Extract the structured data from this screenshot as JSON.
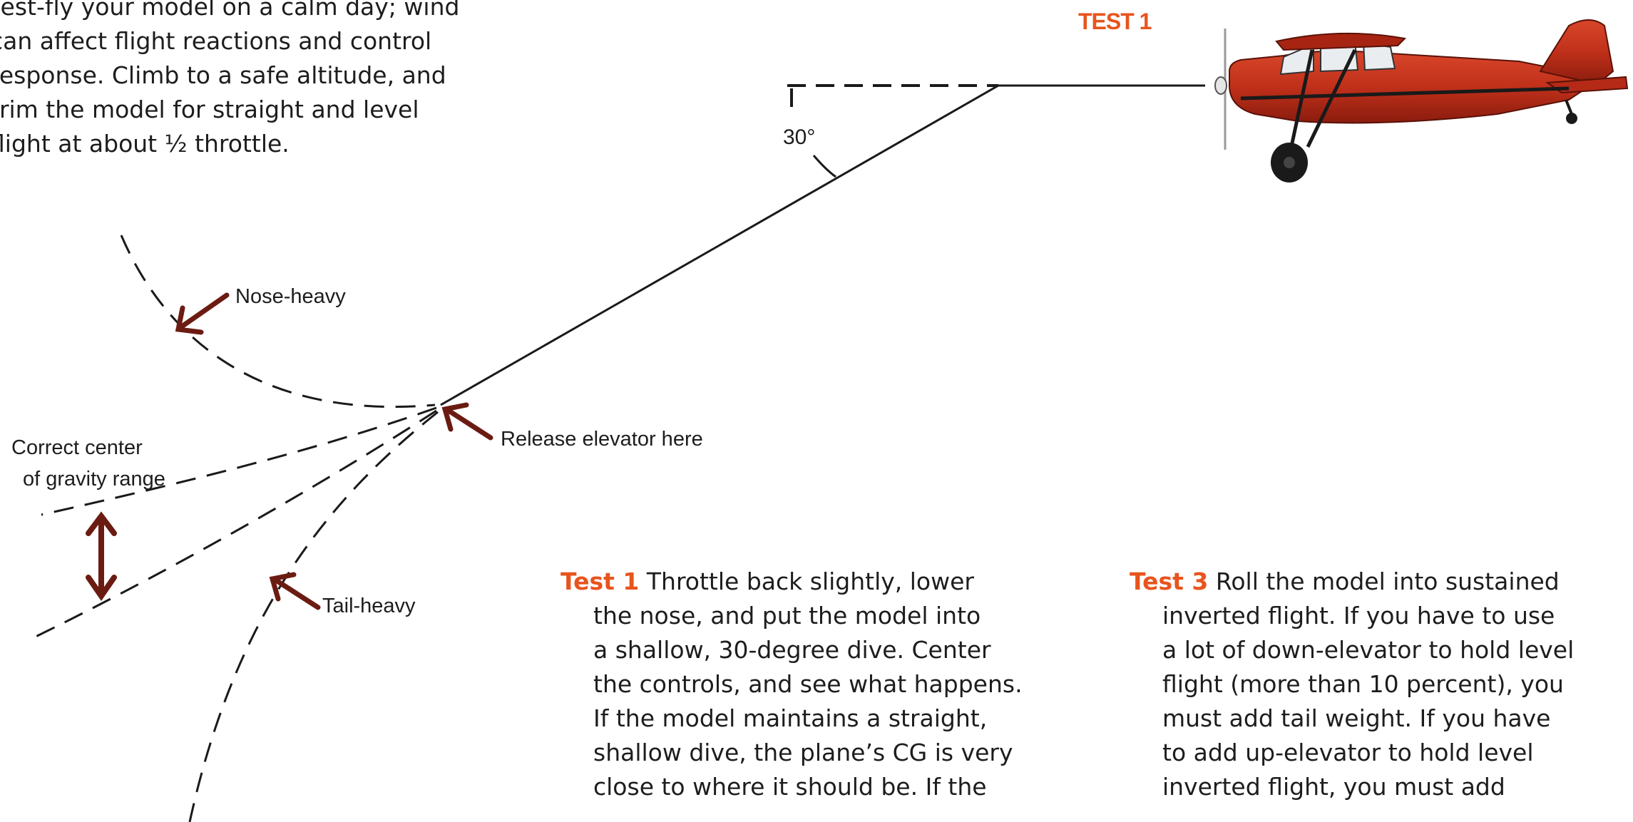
{
  "intro": {
    "lines": [
      "Test-fly your model on a calm day; wind",
      "can affect flight reactions and control",
      "response. Climb to a safe altitude, and",
      "trim the model for straight and level",
      "flight at about ½ throttle."
    ]
  },
  "diagram": {
    "title": "TEST 1",
    "angle_label": "30°",
    "labels": {
      "nose_heavy": "Nose-heavy",
      "release": "Release elevator here",
      "cg_line1": "Correct center",
      "cg_line2": "of gravity range",
      "tail_heavy": "Tail-heavy"
    },
    "colors": {
      "accent": "#e8541d",
      "arrow": "#6b1c12",
      "plane_body": "#c8321c"
    }
  },
  "test1": {
    "lead": "Test 1",
    "lines": [
      "Throttle back slightly, lower",
      "the nose, and put the model into",
      "a shallow, 30-degree dive. Center",
      "the controls, and see what happens.",
      "If the model maintains a straight,",
      "shallow dive, the plane’s CG is very",
      "close to where it should be. If the"
    ]
  },
  "test3": {
    "lead": "Test 3",
    "lines": [
      "Roll the model into sustained",
      "inverted flight. If you have to use",
      "a lot of down-elevator to hold level",
      "flight (more than 10 percent), you",
      "must add tail weight. If you have",
      "to add up-elevator to hold level",
      "inverted flight, you must add"
    ]
  }
}
